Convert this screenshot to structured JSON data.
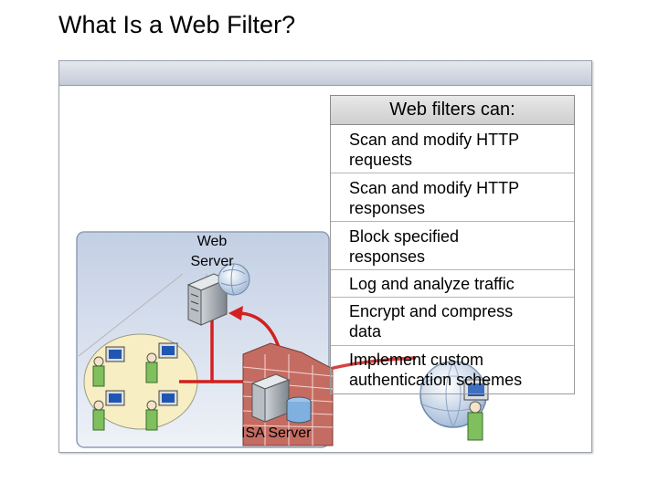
{
  "slide": {
    "title": "What Is a Web Filter?"
  },
  "capabilities": {
    "header": "Web filters can:",
    "items": [
      {
        "line1": "Scan and modify HTTP",
        "line2": "requests"
      },
      {
        "line1": "Scan and modify HTTP",
        "line2": "responses"
      },
      {
        "line1": "Block specified",
        "line2": "responses"
      },
      {
        "line1": "Log and analyze traffic",
        "line2": ""
      },
      {
        "line1": "Encrypt and compress",
        "line2": "data"
      },
      {
        "line1": "Implement custom",
        "line2": "authentication schemes"
      }
    ]
  },
  "diagram": {
    "web_server_line1": "Web",
    "web_server_line2": "Server",
    "isa_label": "ISA Server",
    "colors": {
      "arrow": "#d32020",
      "network_fill": "#f7efc3",
      "network_area": "#b8c6de",
      "firewall": "#c56c62",
      "client_shirt": "#7fbf5e",
      "monitor_screen": "#1f56b3"
    }
  }
}
